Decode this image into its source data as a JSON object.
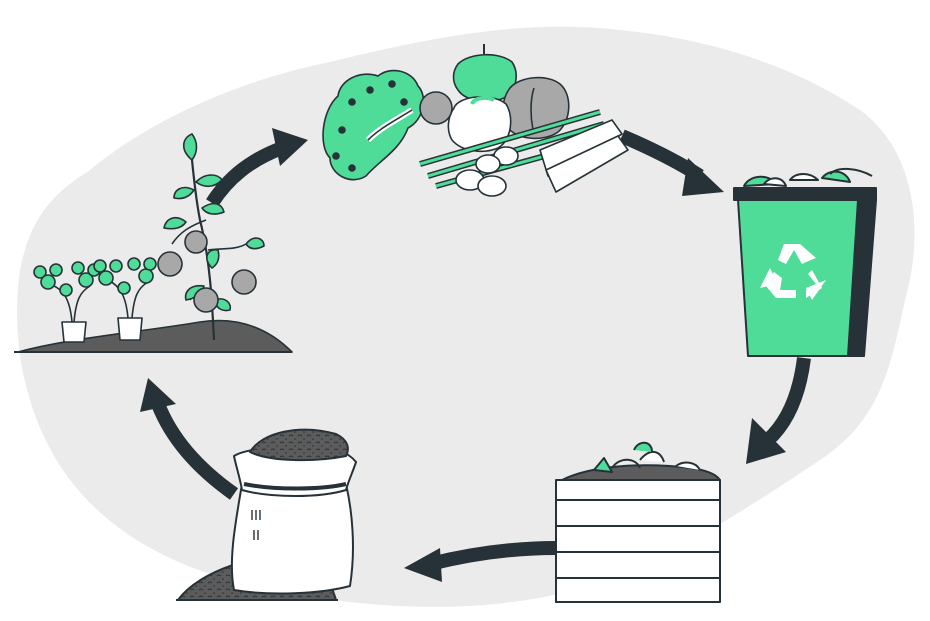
{
  "diagram": {
    "type": "cycle",
    "stages": [
      {
        "name": "vegetables",
        "icon": "vegetables-pile-icon"
      },
      {
        "name": "recycling-bin",
        "icon": "recycle-icon"
      },
      {
        "name": "compost-bin",
        "icon": "compost-bin-icon"
      },
      {
        "name": "compost-sack",
        "icon": "soil-sack-icon"
      },
      {
        "name": "growing-plants",
        "icon": "plants-icon"
      }
    ],
    "arrow_count": 5
  },
  "colors": {
    "background_blob": "#ebebeb",
    "accent_green": "#4fdc98",
    "dark_outline": "#263238",
    "soil_gray": "#5c5c5c",
    "white": "#ffffff"
  }
}
